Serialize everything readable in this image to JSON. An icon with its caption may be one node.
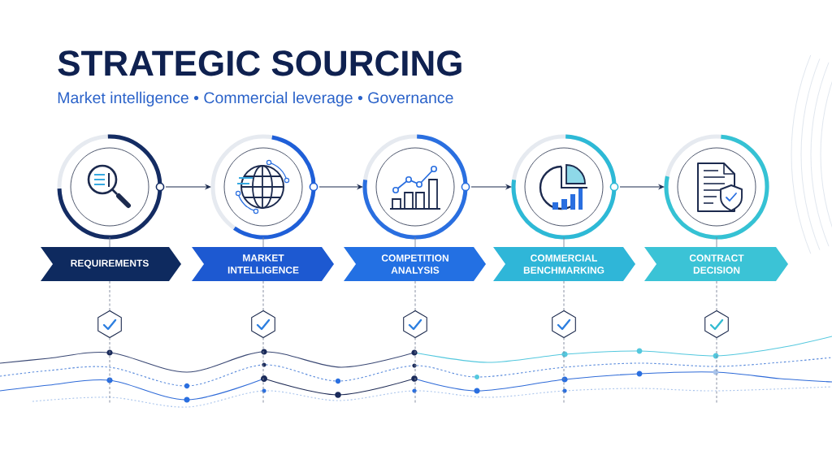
{
  "diagram": {
    "title": "STRATEGIC SOURCING",
    "nodes": [
      {
        "text": [],
        "shape": "circle"
      },
      {
        "text": [],
        "shape": "circle"
      },
      {
        "text": [],
        "shape": "circle"
      },
      {
        "text": [],
        "shape": "circle"
      },
      {
        "text": [],
        "shape": "circle"
      },
      {
        "text": [
          "REQUIREMENTS"
        ]
      },
      {
        "text": [
          "MARKET INTELLIGENCE"
        ]
      },
      {
        "text": [
          "COMPETITION ANALYSIS"
        ]
      },
      {
        "text": [
          "COMMERCIAL BENCHMARKING"
        ]
      },
      {
        "text": [
          "CONTRACT DECISION"
        ]
      },
      {
        "text": [],
        "shape": "hexagon"
      },
      {
        "text": [],
        "shape": "hexagon"
      },
      {
        "text": [],
        "shape": "hexagon"
      },
      {
        "text": [],
        "shape": "hexagon"
      },
      {
        "text": [],
        "shape": "hexagon"
      }
    ],
    "edges": [
      {
        "from": 0,
        "to": 1,
        "arrow": "to",
        "color": "#1b2a4e"
      },
      {
        "from": 1,
        "to": 2,
        "arrow": "to",
        "color": "#1b2a4e"
      },
      {
        "from": 2,
        "to": 3,
        "arrow": "to",
        "color": "#1b2a4e"
      },
      {
        "from": 3,
        "to": 4,
        "arrow": "to",
        "color": "#1b2a4e"
      },
      {
        "from": 0,
        "to": 5,
        "arrow": "none"
      },
      {
        "from": 1,
        "to": 6,
        "arrow": "none"
      },
      {
        "from": 2,
        "to": 7,
        "arrow": "none"
      },
      {
        "from": 3,
        "to": 8,
        "arrow": "none"
      },
      {
        "from": 4,
        "to": 9,
        "arrow": "none"
      },
      {
        "from": 5,
        "to": 10,
        "arrow": "none",
        "style": "dashed"
      },
      {
        "from": 6,
        "to": 11,
        "arrow": "none",
        "style": "dashed"
      },
      {
        "from": 7,
        "to": 12,
        "arrow": "none",
        "style": "dashed"
      },
      {
        "from": 8,
        "to": 13,
        "arrow": "none",
        "style": "dashed"
      },
      {
        "from": 9,
        "to": 14,
        "arrow": "none",
        "style": "dashed"
      },
      {
        "from": 10,
        "to": null,
        "arrow": "none",
        "style": "dashed"
      },
      {
        "from": 11,
        "to": null,
        "arrow": "none",
        "style": "dashed"
      },
      {
        "from": 12,
        "to": null,
        "arrow": "none",
        "style": "dashed"
      },
      {
        "from": 13,
        "to": null,
        "arrow": "none",
        "style": "dashed"
      },
      {
        "from": 14,
        "to": null,
        "arrow": "none",
        "style": "dashed"
      }
    ],
    "labels": [
      "Market intelligence • Commercial leverage • Governance"
    ]
  }
}
